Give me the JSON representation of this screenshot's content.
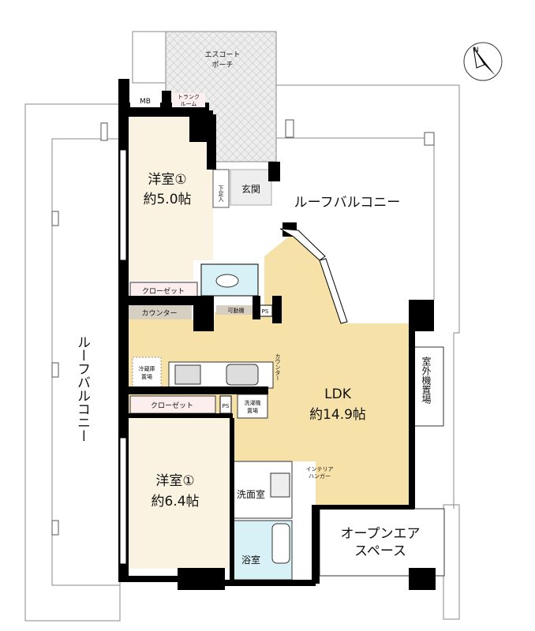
{
  "rooms": {
    "porch": {
      "line1": "エスコート",
      "line2": "ポーチ"
    },
    "mb": "MB",
    "trunk": {
      "line1": "トランク",
      "line2": "ルーム"
    },
    "bedroom1": {
      "name": "洋室①",
      "size": "約5.0帖"
    },
    "shoe": "下足入",
    "entrance": "玄関",
    "roof_balcony_right": "ルーフバルコニー",
    "closet1": "クローゼット",
    "counter1": "カウンター",
    "shelf": "可動棚",
    "ps1": "PS",
    "fridge": {
      "line1": "冷蔵庫",
      "line2": "置場"
    },
    "counter2": "カウンター",
    "ldk": {
      "name": "LDK",
      "size": "約14.9帖"
    },
    "outdoor_unit": "室外機置場",
    "roof_balcony_left": "ルーフバルコニー",
    "closet2": "クローゼット",
    "ps2": "PS",
    "washer": {
      "line1": "洗濯機",
      "line2": "置場"
    },
    "bedroom2": {
      "name": "洋室①",
      "size": "約6.4帖"
    },
    "hanger": {
      "line1": "インテリア",
      "line2": "ハンガー"
    },
    "washroom": "洗面室",
    "bath": "浴室",
    "open_air": {
      "line1": "オープンエア",
      "line2": "スペース"
    }
  },
  "compass": {
    "label": "N"
  },
  "colors": {
    "ldk": "#f6e2a8",
    "bedroom": "#faf3e1",
    "wet": "#d8f1f6",
    "closet": "#fbeeed",
    "counter": "#d8cfc3",
    "wall": "#000000"
  }
}
